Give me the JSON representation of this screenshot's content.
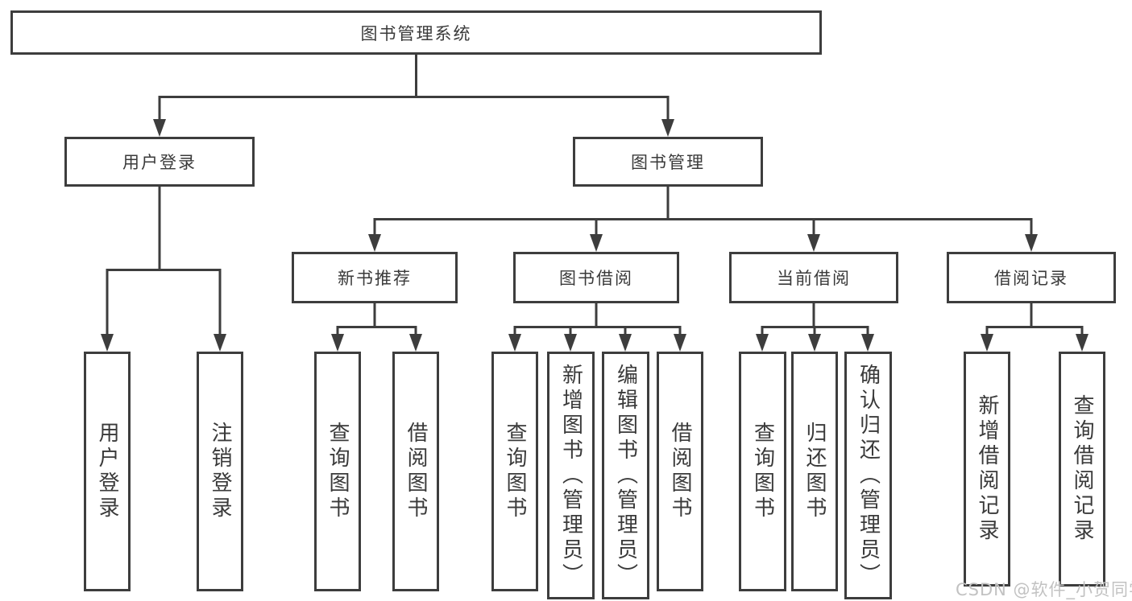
{
  "nodes": {
    "root": "图书管理系统",
    "user_login": "用户登录",
    "book_mgmt": "图书管理",
    "new_book_rec": "新书推荐",
    "book_borrow": "图书借阅",
    "current_borrow": "当前借阅",
    "borrow_record": "借阅记录",
    "ul_user_login": "用户登录",
    "ul_logout": "注销登录",
    "nb_query_book": "查询图书",
    "nb_borrow_book": "借阅图书",
    "bb_query_book": "查询图书",
    "bb_add_book": "新增图书（管理员）",
    "bb_edit_book": "编辑图书（管理员）",
    "bb_borrow_book": "借阅图书",
    "cb_query_book": "查询图书",
    "cb_return_book": "归还图书",
    "cb_confirm_return": "确认归还（管理员）",
    "br_add_record": "新增借阅记录",
    "br_query_record": "查询借阅记录"
  },
  "watermark": "CSDN @软件_小贺同学",
  "colors": {
    "line": "#3d3d3d",
    "box_border": "#3d3d3d",
    "text": "#3a3a3a",
    "watermark": "#c2c2c2",
    "background": "#ffffff"
  }
}
